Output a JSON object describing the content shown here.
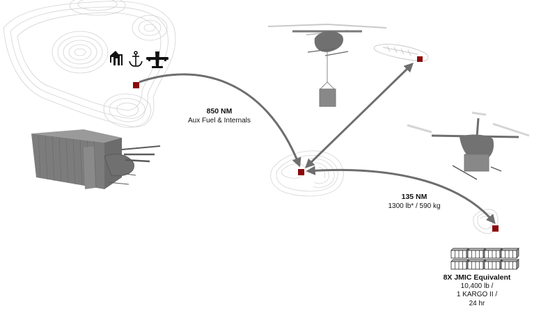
{
  "colors": {
    "node": "#8b0a0a",
    "arrow": "#6e6e6e",
    "terrain": "#cfcfcf",
    "vehicle": "#7a7a7a",
    "icon": "#111111"
  },
  "origin": {
    "icons": [
      "crane-icon",
      "anchor-icon",
      "airplane-icon"
    ]
  },
  "routes": [
    {
      "id": "long-range",
      "distance": "850 NM",
      "detail": "Aux Fuel & Internals"
    },
    {
      "id": "ship-link",
      "distance": "",
      "detail": ""
    },
    {
      "id": "short-range",
      "distance": "135 NM",
      "detail": "1300 lb* / 590 kg"
    }
  ],
  "summary": {
    "title": "8X JMIC Equivalent",
    "lines": [
      "10,400 lb /",
      "1 KARGO II /",
      "24 hr"
    ],
    "crate_count": 8
  }
}
